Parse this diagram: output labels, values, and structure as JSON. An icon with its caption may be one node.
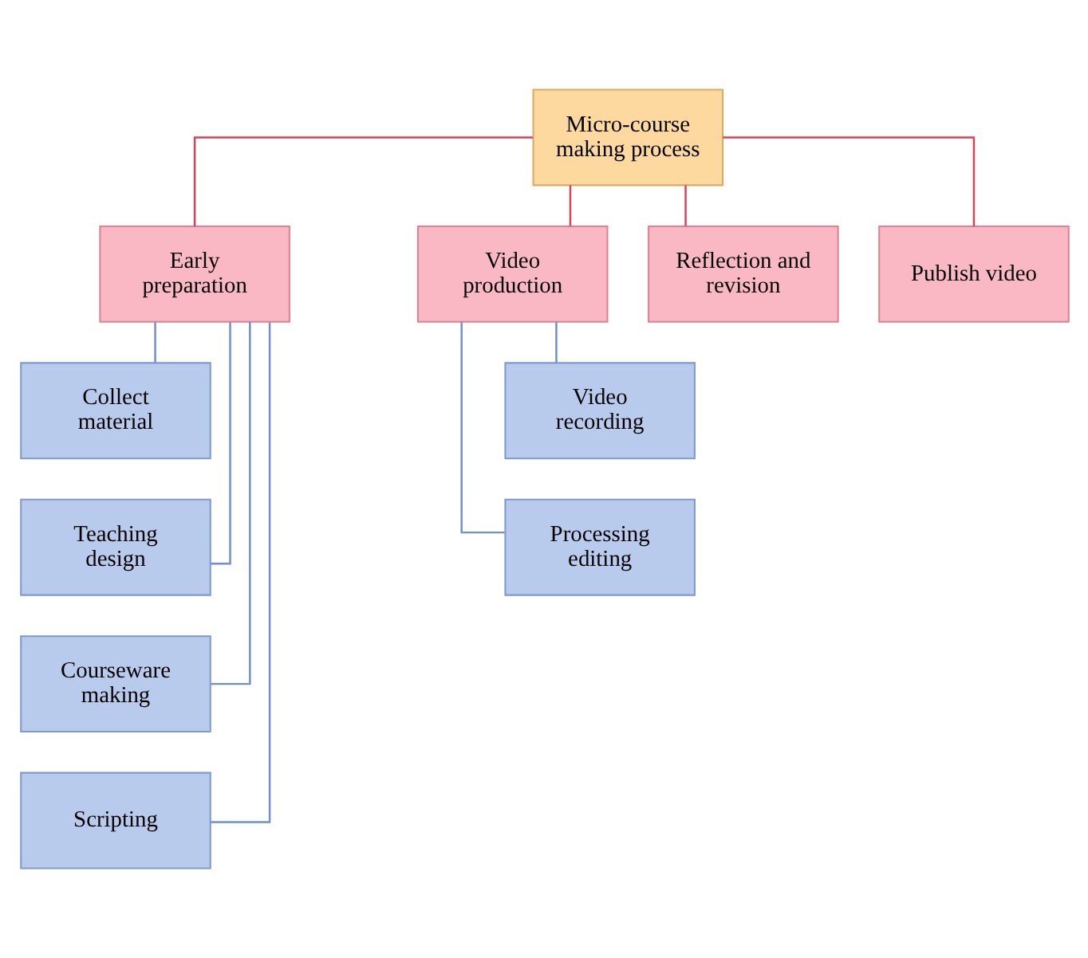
{
  "diagram": {
    "nodes": [
      {
        "text": [
          "Micro-course making process"
        ]
      },
      {
        "text": [
          "Early preparation"
        ]
      },
      {
        "text": [
          "Video production"
        ]
      },
      {
        "text": [
          "Reflection and revision"
        ]
      },
      {
        "text": [
          "Publish video"
        ]
      },
      {
        "text": [
          "Collect material"
        ]
      },
      {
        "text": [
          "Teaching design"
        ]
      },
      {
        "text": [
          "Courseware making"
        ]
      },
      {
        "text": [
          "Scripting"
        ]
      },
      {
        "text": [
          "Video recording"
        ]
      },
      {
        "text": [
          "Processing editing"
        ]
      }
    ],
    "edges": [
      {
        "from": 0,
        "to": 1,
        "arrow": "none",
        "color": "#d9405a"
      },
      {
        "from": 0,
        "to": 2,
        "arrow": "none",
        "color": "#d9405a"
      },
      {
        "from": 0,
        "to": 3,
        "arrow": "none",
        "color": "#d9405a"
      },
      {
        "from": 0,
        "to": 4,
        "arrow": "none",
        "color": "#d9405a"
      },
      {
        "from": 1,
        "to": 5,
        "arrow": "none"
      },
      {
        "from": 1,
        "to": 6,
        "arrow": "none"
      },
      {
        "from": 1,
        "to": 7,
        "arrow": "none"
      },
      {
        "from": 1,
        "to": 8,
        "arrow": "none"
      },
      {
        "from": 2,
        "to": 9,
        "arrow": "none"
      },
      {
        "from": 2,
        "to": 10,
        "arrow": "none"
      }
    ]
  }
}
